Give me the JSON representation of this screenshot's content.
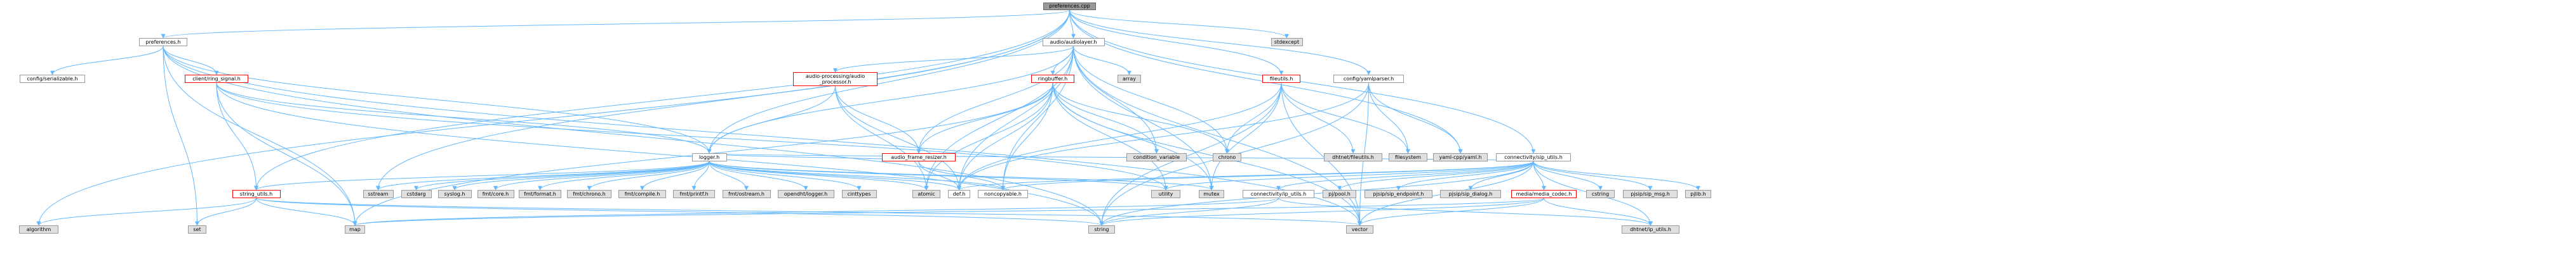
{
  "title": "preferences.cpp",
  "colors": {
    "edge": "#63b8ff",
    "red_border": "#ff0000",
    "lib_fill": "#e0e0e0",
    "root_fill": "#999999"
  },
  "nodes": {
    "root": "preferences.cpp",
    "stdexcept": "stdexcept",
    "preferences_h": "preferences.h",
    "audiolayer_h": "audio/audiolayer.h",
    "config_serializable": "config/serializable.h",
    "string_helper": "client/ring_signal.h",
    "audio_processing": "audio-processing/audio\n_processor.h",
    "ringbuffer_h": "ringbuffer.h",
    "array": "array",
    "fileutils_h": "fileutils.h",
    "yamlparser_h": "config/yamlparser.h",
    "logger_h": "logger.h",
    "audio_frame_resizer": "audio_frame_resizer.h",
    "condition_variable": "condition_variable",
    "chrono": "chrono",
    "dhtnet_fileutils": "dhtnet/fileutils.h",
    "filesystem": "filesystem",
    "yaml_cpp": "yaml-cpp/yaml.h",
    "sip_utils": "connectivity/sip_utils.h",
    "string_utils": "string_utils.h",
    "sstream": "sstream",
    "cstdarg": "cstdarg",
    "syslog": "syslog.h",
    "fmt_core": "fmt/core.h",
    "fmt_format": "fmt/format.h",
    "fmt_chrono": "fmt/chrono.h",
    "fmt_compile": "fmt/compile.h",
    "fmt_printf": "fmt/printf.h",
    "fmt_ostream": "fmt/ostream.h",
    "opendht_logger": "opendht/logger.h",
    "cinttypes": "cinttypes",
    "atomic": "atomic",
    "def_h": "def.h",
    "noncopyable": "noncopyable.h",
    "utility": "utility",
    "mutex": "mutex",
    "ip_utils": "connectivity/ip_utils.h",
    "pj_pool": "pj/pool.h",
    "pjsip_endpoint": "pjsip/sip_endpoint.h",
    "pjsip_dialog": "pjsip/sip_dialog.h",
    "media_utils": "media/media_codec.h",
    "cstring": "cstring",
    "pjsip_msg": "pjsip/sip_msg.h",
    "pjlib": "pjlib.h",
    "algorithm": "algorithm",
    "set": "set",
    "map": "map",
    "string": "string",
    "vector": "vector",
    "dhtnet_ip_utils": "dhtnet/ip_utils.h"
  }
}
